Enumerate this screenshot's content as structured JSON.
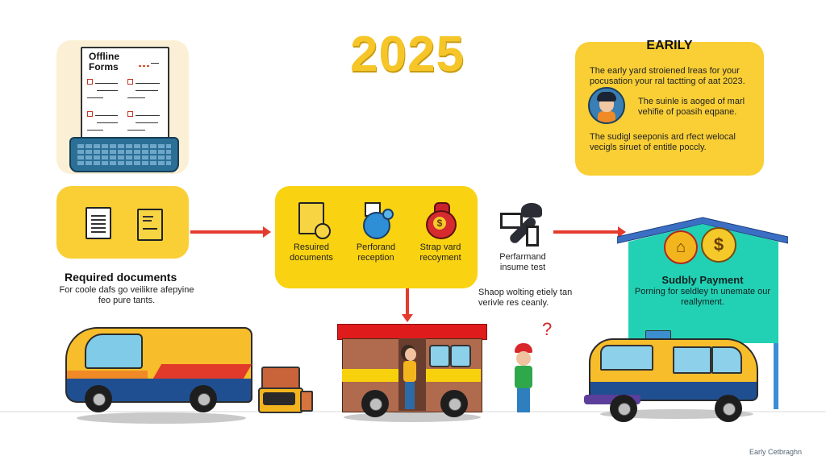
{
  "header": {
    "year": "2025"
  },
  "offline_forms": {
    "title_line1": "Offline",
    "title_line2": "Forms"
  },
  "early_card": {
    "heading": "EARILY",
    "paragraph1": "The early yard stroiened lreas for your pocusation your ral tactting of aat 2023.",
    "paragraph2": "The suinle is aoged of marl vehifie of poasih eqpane.",
    "paragraph3": "The sudigl seeponis ard rfect welocal vecigls siruet of entitle poccly."
  },
  "required_documents": {
    "title": "Required documents",
    "description": "For coole dafs go veilikre afepyine feo pure tants."
  },
  "process_steps": [
    {
      "label": "Resuired documents",
      "icon": "document-icon"
    },
    {
      "label": "Perforand reception",
      "icon": "magnifier-icon"
    },
    {
      "label": "Strap vard recoyment",
      "icon": "money-bag-icon"
    }
  ],
  "inspection_step": {
    "label": "Perfarmand insume test",
    "description": "Shaop wolting etiely tan verivle res ceanly."
  },
  "payment": {
    "title": "Sudbly Payment",
    "description": "Porning for seldley tn unemate our reallyment.",
    "coin_symbol": "$",
    "building_symbol": "⌂"
  },
  "footer": {
    "caption": "Early Cetbraghn"
  },
  "colors": {
    "yellow_card": "#f9cf35",
    "middle_card": "#f9d211",
    "arrow_red": "#e53a2e",
    "house_teal": "#22d1b4",
    "house_roof": "#3b6fc4",
    "year_gold": "#f6c629"
  }
}
